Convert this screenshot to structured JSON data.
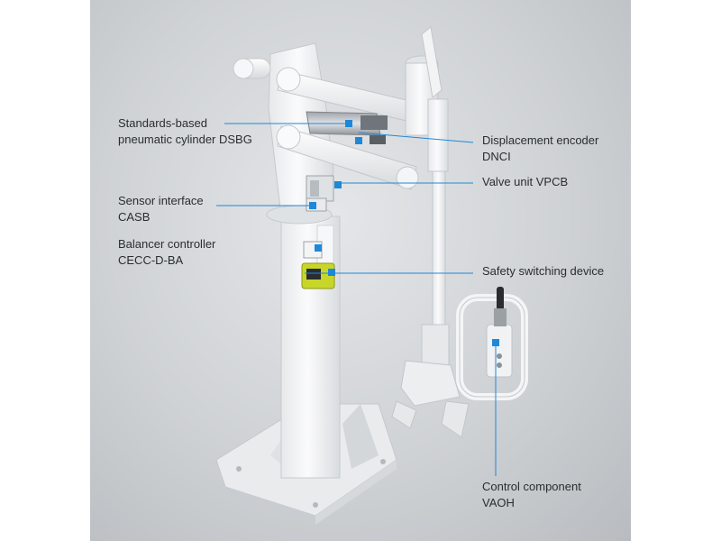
{
  "labels": {
    "cylinder": {
      "line1": "Standards-based",
      "line2": "pneumatic cylinder DSBG"
    },
    "sensor": {
      "line1": "Sensor interface",
      "line2": "CASB"
    },
    "controller": {
      "line1": "Balancer controller",
      "line2": "CECC-D-BA"
    },
    "encoder": {
      "line1": "Displacement encoder",
      "line2": "DNCI"
    },
    "valve": {
      "line1": "Valve unit VPCB"
    },
    "safety": {
      "line1": "Safety switching device"
    },
    "control": {
      "line1": "Control component",
      "line2": "VAOH"
    }
  },
  "colors": {
    "callout": "#1e88d8",
    "background": "#cfd2d5",
    "machine": "#f2f3f4",
    "machine_shadow": "#c8cbce",
    "gripper_handle": "#2a2c30",
    "controller_yellow": "#c8d62a",
    "text": "#2a2d30"
  }
}
